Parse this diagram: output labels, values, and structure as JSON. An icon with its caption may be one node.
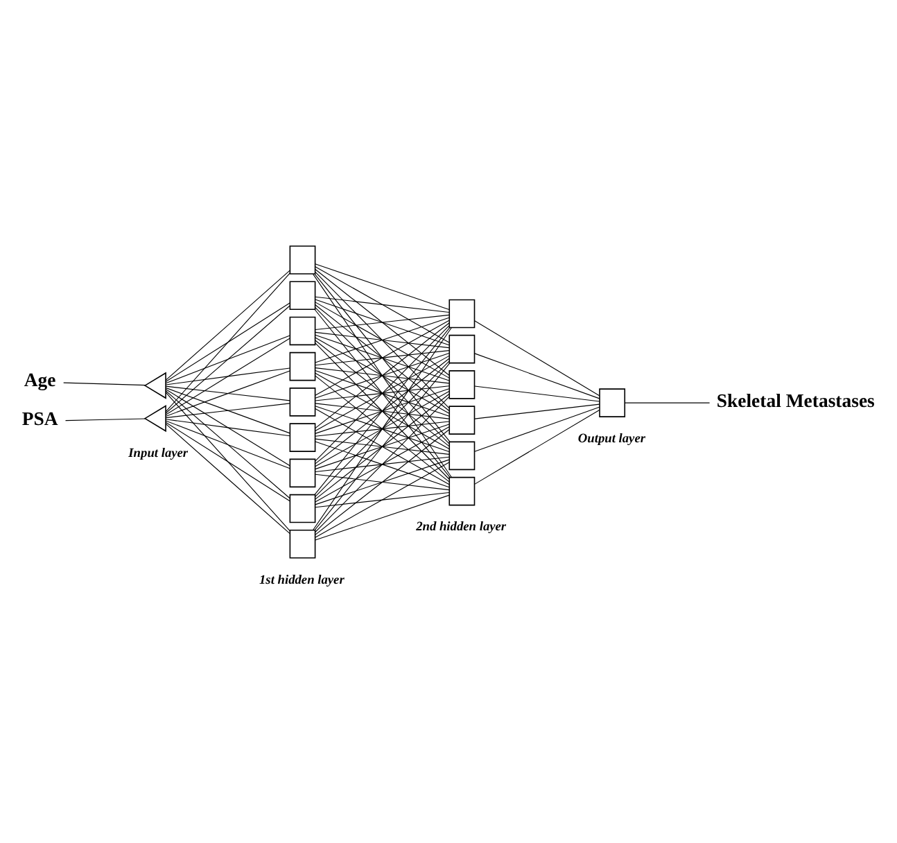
{
  "diagram": {
    "nodes": [
      {
        "text": [
          "Age"
        ]
      },
      {
        "text": [
          "PSA"
        ]
      },
      {
        "text": [],
        "shape": "triangle"
      },
      {
        "text": [],
        "shape": "triangle"
      },
      {
        "text": [],
        "shape": "box"
      },
      {
        "text": [],
        "shape": "box"
      },
      {
        "text": [],
        "shape": "box"
      },
      {
        "text": [],
        "shape": "box"
      },
      {
        "text": [],
        "shape": "box"
      },
      {
        "text": [],
        "shape": "box"
      },
      {
        "text": [],
        "shape": "box"
      },
      {
        "text": [],
        "shape": "box"
      },
      {
        "text": [],
        "shape": "box"
      },
      {
        "text": [],
        "shape": "box"
      },
      {
        "text": [],
        "shape": "box"
      },
      {
        "text": [],
        "shape": "box"
      },
      {
        "text": [],
        "shape": "box"
      },
      {
        "text": [],
        "shape": "box"
      },
      {
        "text": [],
        "shape": "box"
      },
      {
        "text": [],
        "shape": "box"
      },
      {
        "text": [
          "Skeletal Metastases"
        ]
      }
    ],
    "edges": [
      {
        "from": 0,
        "to": 2,
        "arrow": "none"
      },
      {
        "from": 1,
        "to": 3,
        "arrow": "none"
      },
      {
        "from": 2,
        "to": 4,
        "arrow": "none"
      },
      {
        "from": 2,
        "to": 5,
        "arrow": "none"
      },
      {
        "from": 2,
        "to": 6,
        "arrow": "none"
      },
      {
        "from": 2,
        "to": 7,
        "arrow": "none"
      },
      {
        "from": 2,
        "to": 8,
        "arrow": "none"
      },
      {
        "from": 2,
        "to": 9,
        "arrow": "none"
      },
      {
        "from": 2,
        "to": 10,
        "arrow": "none"
      },
      {
        "from": 2,
        "to": 11,
        "arrow": "none"
      },
      {
        "from": 2,
        "to": 12,
        "arrow": "none"
      },
      {
        "from": 3,
        "to": 4,
        "arrow": "none"
      },
      {
        "from": 3,
        "to": 5,
        "arrow": "none"
      },
      {
        "from": 3,
        "to": 6,
        "arrow": "none"
      },
      {
        "from": 3,
        "to": 7,
        "arrow": "none"
      },
      {
        "from": 3,
        "to": 8,
        "arrow": "none"
      },
      {
        "from": 3,
        "to": 9,
        "arrow": "none"
      },
      {
        "from": 3,
        "to": 10,
        "arrow": "none"
      },
      {
        "from": 3,
        "to": 11,
        "arrow": "none"
      },
      {
        "from": 3,
        "to": 12,
        "arrow": "none"
      },
      {
        "from": 4,
        "to": 13,
        "arrow": "none"
      },
      {
        "from": 4,
        "to": 14,
        "arrow": "none"
      },
      {
        "from": 4,
        "to": 15,
        "arrow": "none"
      },
      {
        "from": 4,
        "to": 16,
        "arrow": "none"
      },
      {
        "from": 4,
        "to": 17,
        "arrow": "none"
      },
      {
        "from": 4,
        "to": 18,
        "arrow": "none"
      },
      {
        "from": 5,
        "to": 13,
        "arrow": "none"
      },
      {
        "from": 5,
        "to": 14,
        "arrow": "none"
      },
      {
        "from": 5,
        "to": 15,
        "arrow": "none"
      },
      {
        "from": 5,
        "to": 16,
        "arrow": "none"
      },
      {
        "from": 5,
        "to": 17,
        "arrow": "none"
      },
      {
        "from": 5,
        "to": 18,
        "arrow": "none"
      },
      {
        "from": 6,
        "to": 13,
        "arrow": "none"
      },
      {
        "from": 6,
        "to": 14,
        "arrow": "none"
      },
      {
        "from": 6,
        "to": 15,
        "arrow": "none"
      },
      {
        "from": 6,
        "to": 16,
        "arrow": "none"
      },
      {
        "from": 6,
        "to": 17,
        "arrow": "none"
      },
      {
        "from": 6,
        "to": 18,
        "arrow": "none"
      },
      {
        "from": 7,
        "to": 13,
        "arrow": "none"
      },
      {
        "from": 7,
        "to": 14,
        "arrow": "none"
      },
      {
        "from": 7,
        "to": 15,
        "arrow": "none"
      },
      {
        "from": 7,
        "to": 16,
        "arrow": "none"
      },
      {
        "from": 7,
        "to": 17,
        "arrow": "none"
      },
      {
        "from": 7,
        "to": 18,
        "arrow": "none"
      },
      {
        "from": 8,
        "to": 13,
        "arrow": "none"
      },
      {
        "from": 8,
        "to": 14,
        "arrow": "none"
      },
      {
        "from": 8,
        "to": 15,
        "arrow": "none"
      },
      {
        "from": 8,
        "to": 16,
        "arrow": "none"
      },
      {
        "from": 8,
        "to": 17,
        "arrow": "none"
      },
      {
        "from": 8,
        "to": 18,
        "arrow": "none"
      },
      {
        "from": 9,
        "to": 13,
        "arrow": "none"
      },
      {
        "from": 9,
        "to": 14,
        "arrow": "none"
      },
      {
        "from": 9,
        "to": 15,
        "arrow": "none"
      },
      {
        "from": 9,
        "to": 16,
        "arrow": "none"
      },
      {
        "from": 9,
        "to": 17,
        "arrow": "none"
      },
      {
        "from": 9,
        "to": 18,
        "arrow": "none"
      },
      {
        "from": 10,
        "to": 13,
        "arrow": "none"
      },
      {
        "from": 10,
        "to": 14,
        "arrow": "none"
      },
      {
        "from": 10,
        "to": 15,
        "arrow": "none"
      },
      {
        "from": 10,
        "to": 16,
        "arrow": "none"
      },
      {
        "from": 10,
        "to": 17,
        "arrow": "none"
      },
      {
        "from": 10,
        "to": 18,
        "arrow": "none"
      },
      {
        "from": 11,
        "to": 13,
        "arrow": "none"
      },
      {
        "from": 11,
        "to": 14,
        "arrow": "none"
      },
      {
        "from": 11,
        "to": 15,
        "arrow": "none"
      },
      {
        "from": 11,
        "to": 16,
        "arrow": "none"
      },
      {
        "from": 11,
        "to": 17,
        "arrow": "none"
      },
      {
        "from": 11,
        "to": 18,
        "arrow": "none"
      },
      {
        "from": 12,
        "to": 13,
        "arrow": "none"
      },
      {
        "from": 12,
        "to": 14,
        "arrow": "none"
      },
      {
        "from": 12,
        "to": 15,
        "arrow": "none"
      },
      {
        "from": 12,
        "to": 16,
        "arrow": "none"
      },
      {
        "from": 12,
        "to": 17,
        "arrow": "none"
      },
      {
        "from": 12,
        "to": 18,
        "arrow": "none"
      },
      {
        "from": 13,
        "to": 19,
        "arrow": "none"
      },
      {
        "from": 14,
        "to": 19,
        "arrow": "none"
      },
      {
        "from": 15,
        "to": 19,
        "arrow": "none"
      },
      {
        "from": 16,
        "to": 19,
        "arrow": "none"
      },
      {
        "from": 17,
        "to": 19,
        "arrow": "none"
      },
      {
        "from": 18,
        "to": 19,
        "arrow": "none"
      },
      {
        "from": 19,
        "to": 20,
        "arrow": "none"
      }
    ],
    "labels": [
      "Input layer",
      "Output layer",
      "2nd hidden layer",
      "1st hidden layer"
    ]
  }
}
